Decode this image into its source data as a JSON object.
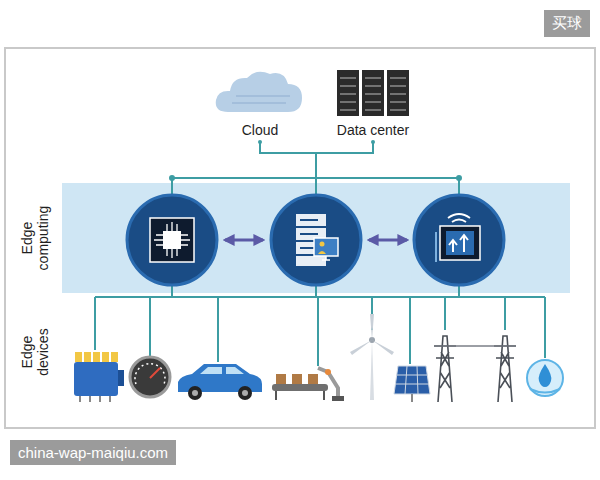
{
  "diagram": {
    "nodes": [
      {
        "text": [
          "Cloud"
        ]
      },
      {
        "text": [
          "Data center"
        ]
      },
      {
        "text": [
          "Edge computing"
        ]
      }
    ],
    "edges": [
      {
        "from": 0,
        "to": 2,
        "arrow": "none"
      },
      {
        "from": 1,
        "to": 2,
        "arrow": "none"
      }
    ],
    "labels": [
      "Edge devices",
      "买球",
      "china-wap-maiqiu.com"
    ]
  }
}
